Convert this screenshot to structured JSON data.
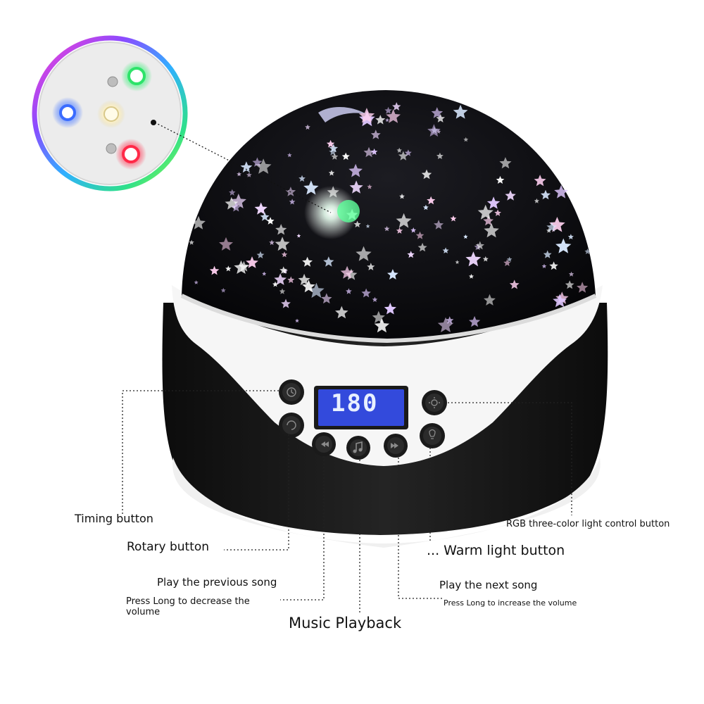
{
  "display": {
    "readout": "180"
  },
  "labels": {
    "timing": "Timing button",
    "rotary": "Rotary button",
    "previous_song": "Play the previous song",
    "previous_long": "Press Long to decrease the volume",
    "music_playback": "Music Playback",
    "rgb_light": "RGB three-color light control button",
    "warm_light": "... Warm light button",
    "next_song": "Play the next song",
    "next_long": "Press Long to increase the volume"
  },
  "colors": {
    "dome": "#0b0b0e",
    "body_black": "#141414",
    "body_white": "#f4f4f4",
    "lcd_blue": "#2a3bd6",
    "led_green": "#2ee36a",
    "led_blue": "#3a6bff",
    "led_red": "#ff2a48",
    "led_warm": "#fff3c8"
  },
  "icons": {
    "timing": "clock-icon",
    "rotary": "rotate-icon",
    "previous": "previous-icon",
    "music": "music-note-icon",
    "next": "next-icon",
    "rgb": "sun-icon",
    "warm": "bulb-icon"
  }
}
